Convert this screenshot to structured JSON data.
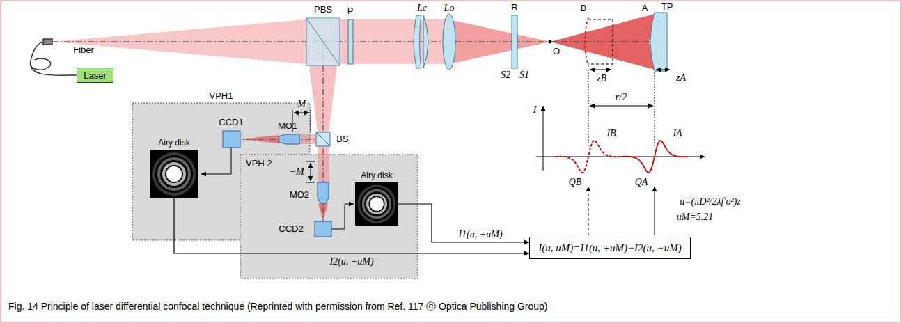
{
  "diagram": {
    "caption": "Fig. 14 Principle of laser differential confocal technique (Reprinted with permission from Ref. 117 ⓒ Optica Publishing Group)",
    "nodes": [
      {
        "text": [
          "Laser"
        ]
      },
      {
        "text": [
          "VPH1"
        ]
      },
      {
        "text": [
          "Airy disk"
        ],
        "in": 1
      },
      {
        "text": [
          "VPH 2"
        ]
      },
      {
        "text": [
          "Airy disk"
        ],
        "in": 3
      },
      {
        "text": [
          "I(u, uM)=I1(u, +uM)−I2(u, −uM)"
        ]
      }
    ],
    "edges": [
      {
        "from": 2,
        "to": 5,
        "arrow": "to",
        "label": "I2(u, −uM)"
      },
      {
        "from": 4,
        "to": 5,
        "arrow": "to",
        "label": "I1(u, +uM)"
      }
    ],
    "labels": [
      "Fiber",
      "PBS",
      "P",
      "Lc",
      "Lo",
      "R",
      "B",
      "A",
      "TP",
      "S2",
      "S1",
      "O",
      "zB",
      "zA",
      "r/2",
      "I",
      "IB",
      "IA",
      "QB",
      "QA",
      "CCD1",
      "MO1",
      "M",
      "BS",
      "−M",
      "MO2",
      "CCD2",
      "u=(πD²/2λf′o²)z",
      "uM=5.21"
    ]
  }
}
